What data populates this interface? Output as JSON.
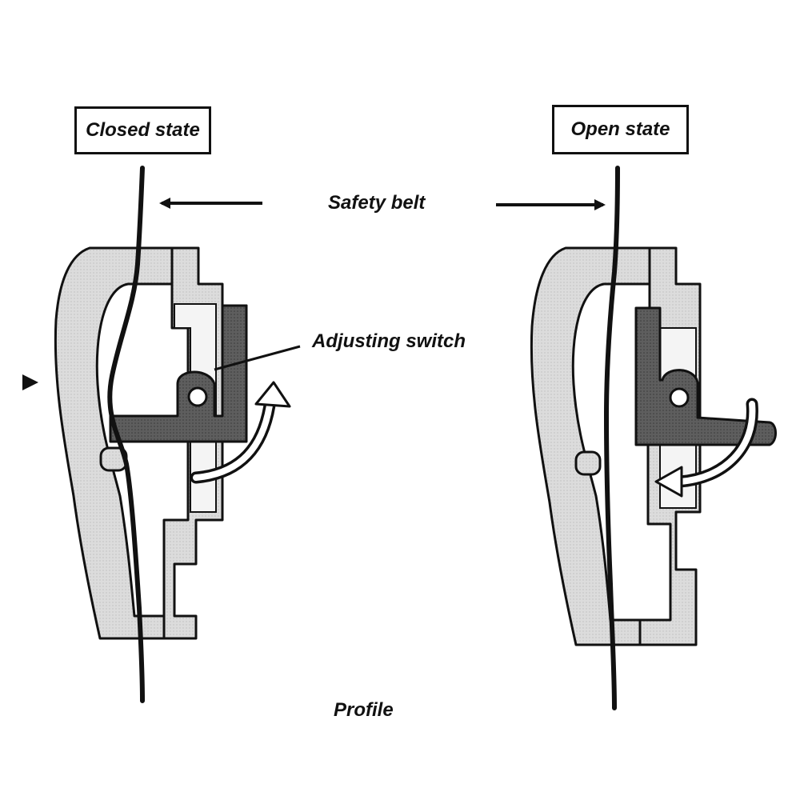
{
  "labels": {
    "closed_state": "Closed state",
    "open_state": "Open state",
    "safety_belt": "Safety belt",
    "adjusting_switch": "Adjusting switch",
    "profile": "Profile"
  },
  "colors": {
    "outline": "#111111",
    "frame_fill": "#d6d6d6",
    "light_fill": "#e8e8e8",
    "switch_fill": "#5c5c5c",
    "background": "#ffffff"
  }
}
